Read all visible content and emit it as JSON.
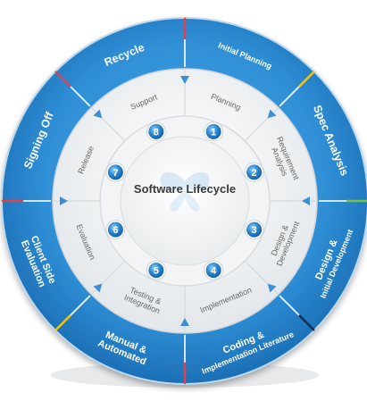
{
  "center_title": "Software Lifecycle",
  "outer_labels": [
    {
      "lines": [
        "Initial Planning"
      ]
    },
    {
      "lines": [
        "Spec Analysis"
      ]
    },
    {
      "lines": [
        "Design &",
        "Initial Development"
      ]
    },
    {
      "lines": [
        "Coding &",
        "Implementation Literature"
      ]
    },
    {
      "lines": [
        "Manual &",
        "Automated"
      ]
    },
    {
      "lines": [
        "Client Side",
        "Evaluation"
      ]
    },
    {
      "lines": [
        "Signing Off"
      ]
    },
    {
      "lines": [
        "Recycle"
      ]
    }
  ],
  "inner_labels": [
    {
      "lines": [
        "Planning"
      ]
    },
    {
      "lines": [
        "Requirement",
        "Analysis"
      ]
    },
    {
      "lines": [
        "Design &",
        "Development"
      ]
    },
    {
      "lines": [
        "Implementation"
      ]
    },
    {
      "lines": [
        "Testing &",
        "Integration"
      ]
    },
    {
      "lines": [
        "Evaluation"
      ]
    },
    {
      "lines": [
        "Release"
      ]
    },
    {
      "lines": [
        "Support"
      ]
    }
  ],
  "step_numbers": [
    "1",
    "2",
    "3",
    "4",
    "5",
    "6",
    "7",
    "8"
  ],
  "colors": {
    "ring_blue": "#2f8fd6",
    "ring_blue_dark": "#1c6fb5",
    "ring_white": "#f4f6f8",
    "number_blue": "#2b86cf",
    "text_dark": "#3a3a3a",
    "text_gray": "#666666",
    "arrow_blue": "#3c8fd6",
    "accent_red": "#e0414a",
    "accent_yellow": "#f0c419",
    "accent_green": "#7ac143",
    "accent_navy": "#1a2b5a"
  },
  "icons": {
    "arrow": "triangle-arrow-icon",
    "center_logo": "butterfly-logo-icon"
  }
}
